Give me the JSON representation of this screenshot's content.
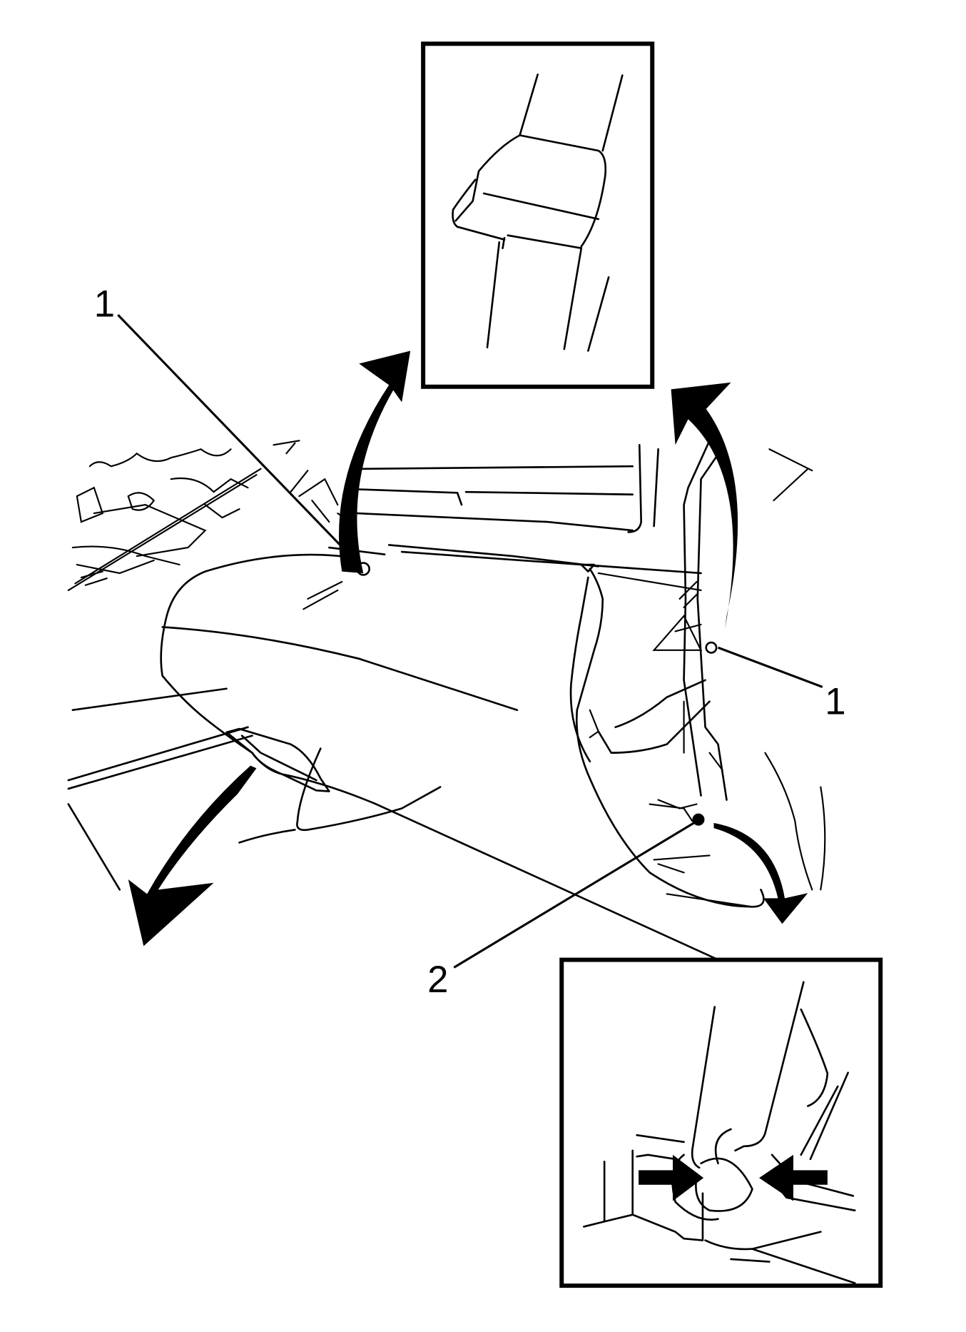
{
  "figure": {
    "callouts": [
      {
        "id": "callout-1-left",
        "text": "1"
      },
      {
        "id": "callout-1-right",
        "text": "1"
      },
      {
        "id": "callout-2",
        "text": "2"
      }
    ],
    "insets": [
      {
        "name": "top-detail",
        "depicts": "seat-belt-buckle"
      },
      {
        "name": "bottom-detail",
        "depicts": "release-clip-squeeze"
      }
    ],
    "arrows": [
      "rotate-up-left",
      "rotate-up-right",
      "pull-down-left",
      "pull-down-right",
      "squeeze-right",
      "squeeze-left"
    ],
    "colors": {
      "ink": "#000000",
      "paper": "#ffffff"
    }
  }
}
